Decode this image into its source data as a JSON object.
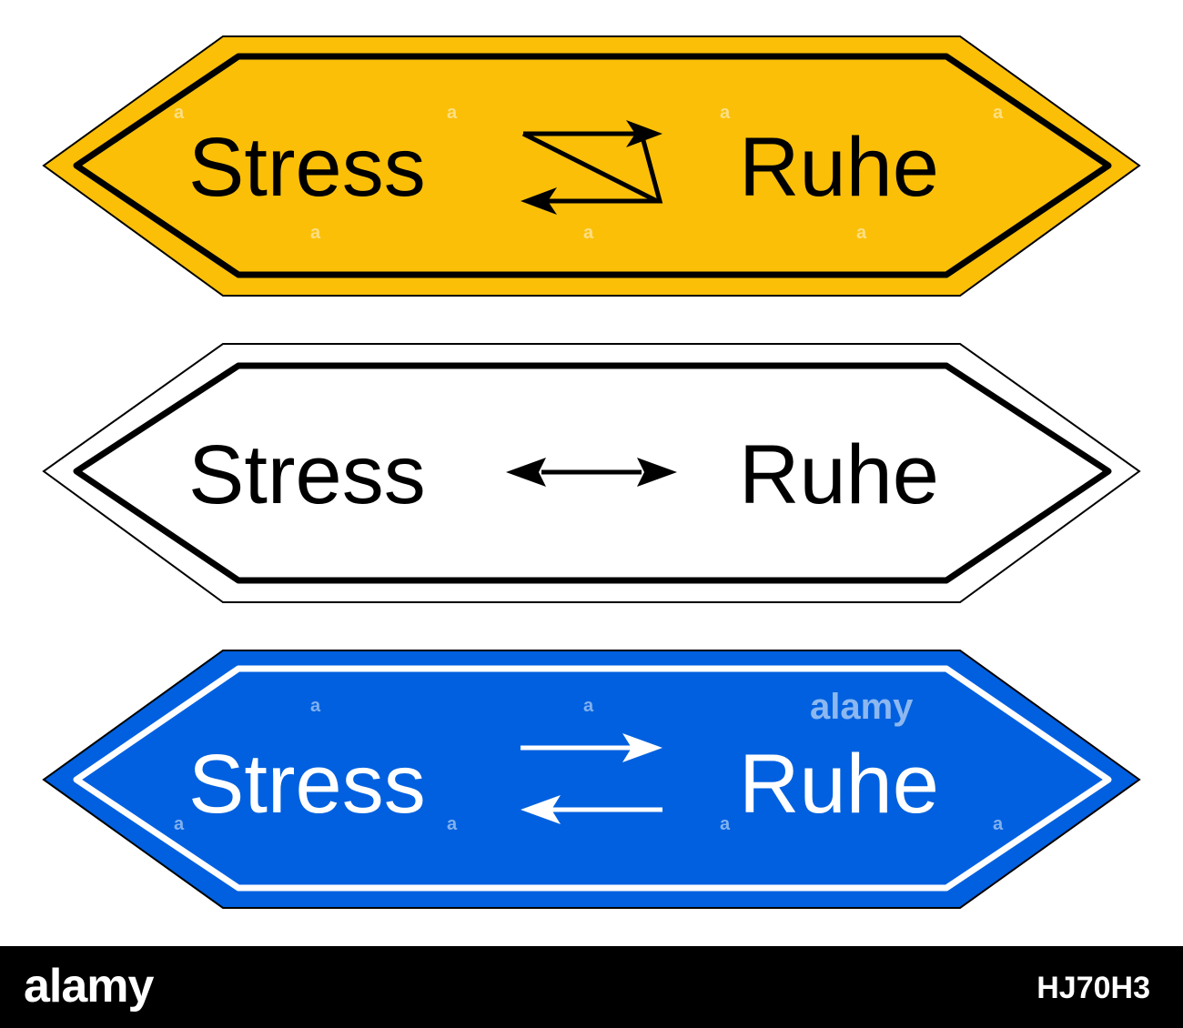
{
  "signs": [
    {
      "left_label": "Stress",
      "right_label": "Ruhe",
      "arrow_style": "zigzag-arrows",
      "fill": "#FBBF08",
      "text_color": "#000000",
      "border_color": "#000000"
    },
    {
      "left_label": "Stress",
      "right_label": "Ruhe",
      "arrow_style": "double-headed-arrow",
      "fill": "#FFFFFF",
      "text_color": "#000000",
      "border_color": "#000000"
    },
    {
      "left_label": "Stress",
      "right_label": "Ruhe",
      "arrow_style": "opposite-arrows",
      "fill": "#0060DF",
      "text_color": "#FFFFFF",
      "border_color": "#FFFFFF"
    }
  ],
  "watermark": {
    "text": "alamy",
    "mark": "a"
  },
  "footer": {
    "logo": "alamy",
    "image_id": "HJ70H3"
  }
}
